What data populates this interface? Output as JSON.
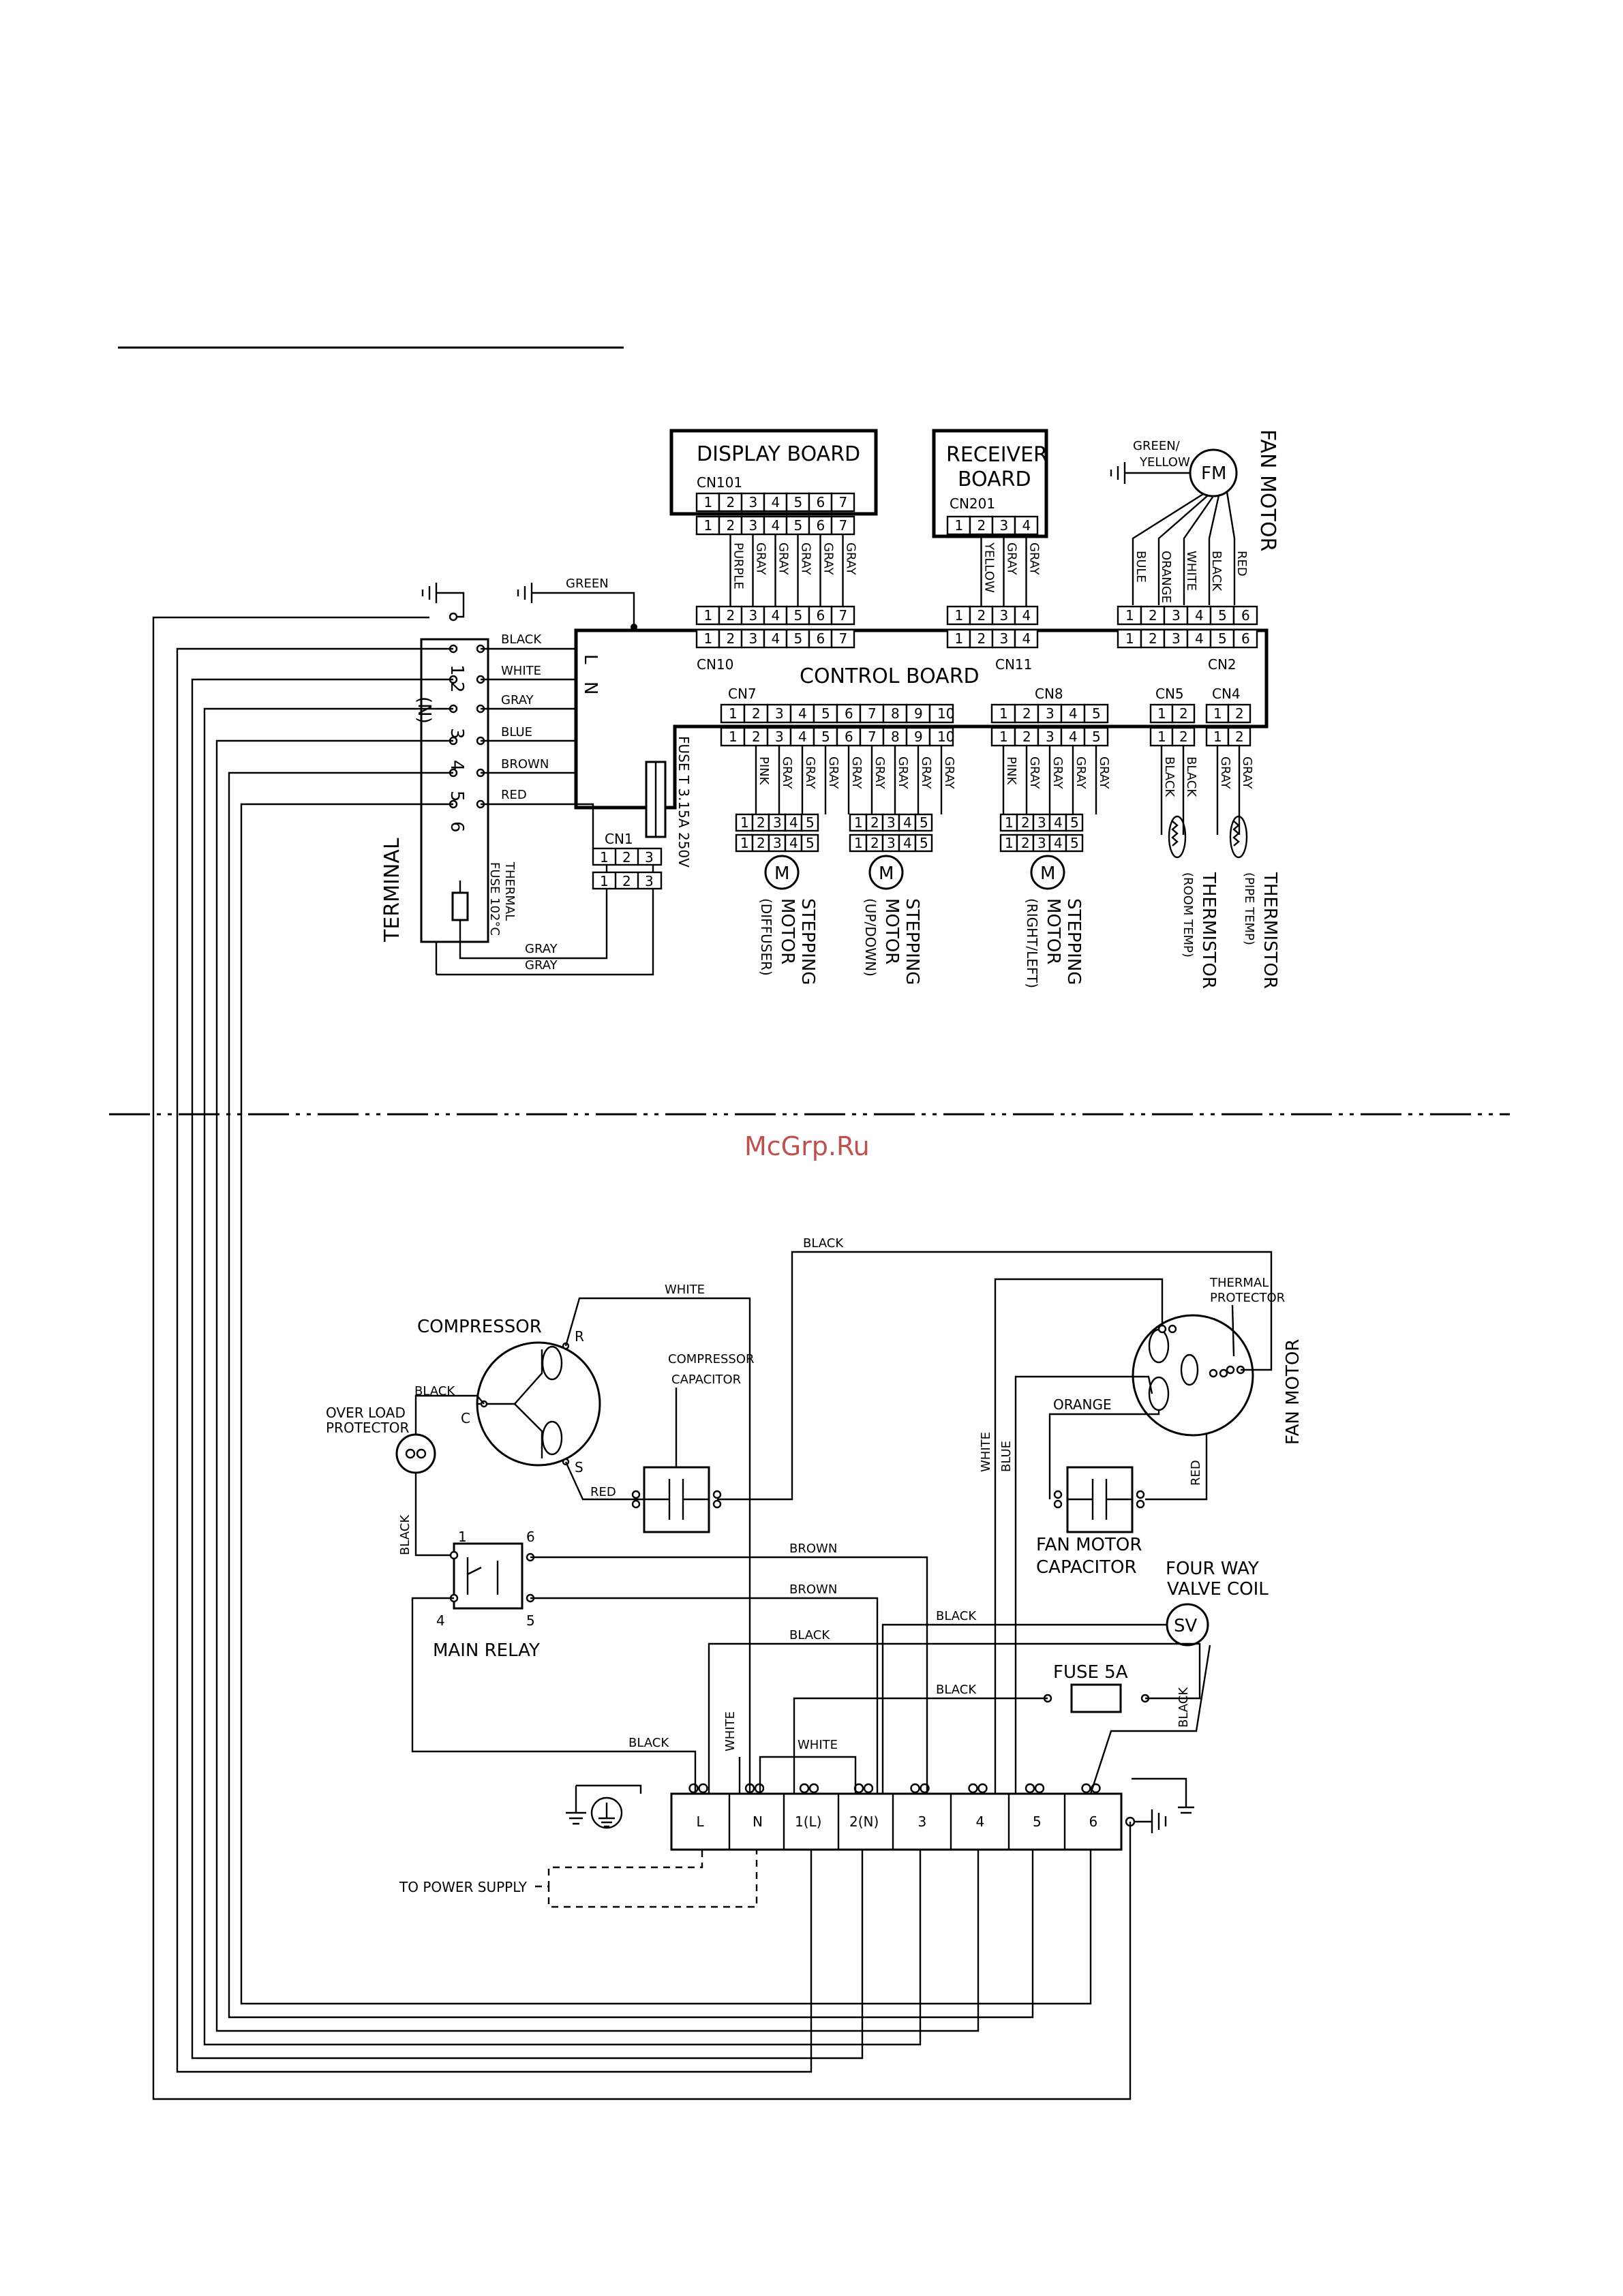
{
  "indoor": {
    "display_board": {
      "title": "DISPLAY BOARD",
      "conn": "CN101"
    },
    "receiver_board": {
      "title_1": "RECEIVER",
      "title_2": "BOARD",
      "conn": "CN201"
    },
    "fan_motor": {
      "symbol": "FM",
      "label": "FAN MOTOR",
      "ground": "GREEN/\nYELLOW"
    },
    "control_board": {
      "title": "CONTROL BOARD",
      "cn10": "CN10",
      "cn11": "CN11",
      "cn2": "CN2",
      "cn7": "CN7",
      "cn8": "CN8",
      "cn5": "CN5",
      "cn4": "CN4",
      "cn1": "CN1",
      "ln_l": "L",
      "ln_n": "N"
    },
    "ground_wire": "GREEN",
    "cn10_wires": [
      "PURPLE",
      "GRAY",
      "GRAY",
      "GRAY",
      "GRAY",
      "GRAY"
    ],
    "cn11_wires": [
      "YELLOW",
      "GRAY",
      "GRAY"
    ],
    "cn2_wires": [
      "BULE",
      "ORANGE",
      "WHITE",
      "BLACK",
      "RED"
    ],
    "cn7_wires": [
      "PINK",
      "GRAY",
      "GRAY",
      "GRAY",
      "GRAY",
      "GRAY",
      "GRAY",
      "GRAY",
      "GRAY"
    ],
    "cn8_wires": [
      "PINK",
      "GRAY",
      "GRAY",
      "GRAY",
      "GRAY"
    ],
    "cn5_wires": [
      "BLACK",
      "BLACK"
    ],
    "cn4_wires": [
      "GRAY",
      "GRAY"
    ],
    "fuse": "FUSE T 3.15A 250V",
    "terminal": {
      "label": "TERMINAL",
      "pins": [
        "1",
        "2",
        "(N)",
        "3",
        "4",
        "5",
        "6"
      ],
      "wires": [
        "BLACK",
        "WHITE",
        "GRAY",
        "BLUE",
        "BROWN",
        "RED"
      ],
      "thermal_fuse_1": "THERMAL",
      "thermal_fuse_2": "FUSE 102°C"
    },
    "gray_1": "GRAY",
    "gray_2": "GRAY",
    "motor_symbol": "M",
    "stepping_motors": [
      {
        "line1": "STEPPING",
        "line2": "MOTOR",
        "line3": "(DIFFUSER)"
      },
      {
        "line1": "STEPPING",
        "line2": "MOTOR",
        "line3": "(UP/DOWN)"
      },
      {
        "line1": "STEPPING",
        "line2": "MOTOR",
        "line3": "(RIGHT/LEFT)"
      }
    ],
    "thermistors": [
      {
        "line1": "THERMISTOR",
        "line2": "(ROOM TEMP)"
      },
      {
        "line1": "THERMISTOR",
        "line2": "(PIPE TEMP)"
      }
    ]
  },
  "watermark": "McGrp.Ru",
  "outdoor": {
    "compressor": {
      "label": "COMPRESSOR",
      "r": "R",
      "c": "C",
      "s": "S"
    },
    "overload": {
      "line1": "OVER LOAD",
      "line2": "PROTECTOR"
    },
    "comp_cap": {
      "line1": "COMPRESSOR",
      "line2": "CAPACITOR"
    },
    "main_relay": {
      "label": "MAIN RELAY",
      "p1": "1",
      "p4": "4",
      "p5": "5",
      "p6": "6"
    },
    "fan_motor": {
      "label": "FAN MOTOR",
      "thermal_1": "THERMAL",
      "thermal_2": "PROTECTOR"
    },
    "fan_cap": {
      "line1": "FAN MOTOR",
      "line2": "CAPACITOR"
    },
    "valve": {
      "symbol": "SV",
      "line1": "FOUR WAY",
      "line2": "VALVE COIL"
    },
    "fuse": "FUSE 5A",
    "terminal_pins": [
      "L",
      "N",
      "1(L)",
      "2(N)",
      "3",
      "4",
      "5",
      "6"
    ],
    "power_supply": "TO POWER SUPPLY",
    "wires": {
      "white": "WHITE",
      "black": "BLACK",
      "red": "RED",
      "orange": "ORANGE",
      "brown_1": "BROWN",
      "brown_2": "BROWN",
      "black_relay": "BLACK",
      "black_top": "BLACK",
      "black_valve": "BLACK",
      "black_fuse": "BLACK",
      "black_sv": "BLACK",
      "black_term": "BLACK",
      "black_over": "BLACK",
      "white_n": "WHITE",
      "white_1l": "WHITE",
      "white_fan": "WHITE",
      "blue_fan": "BLUE",
      "red_fan": "RED"
    }
  }
}
